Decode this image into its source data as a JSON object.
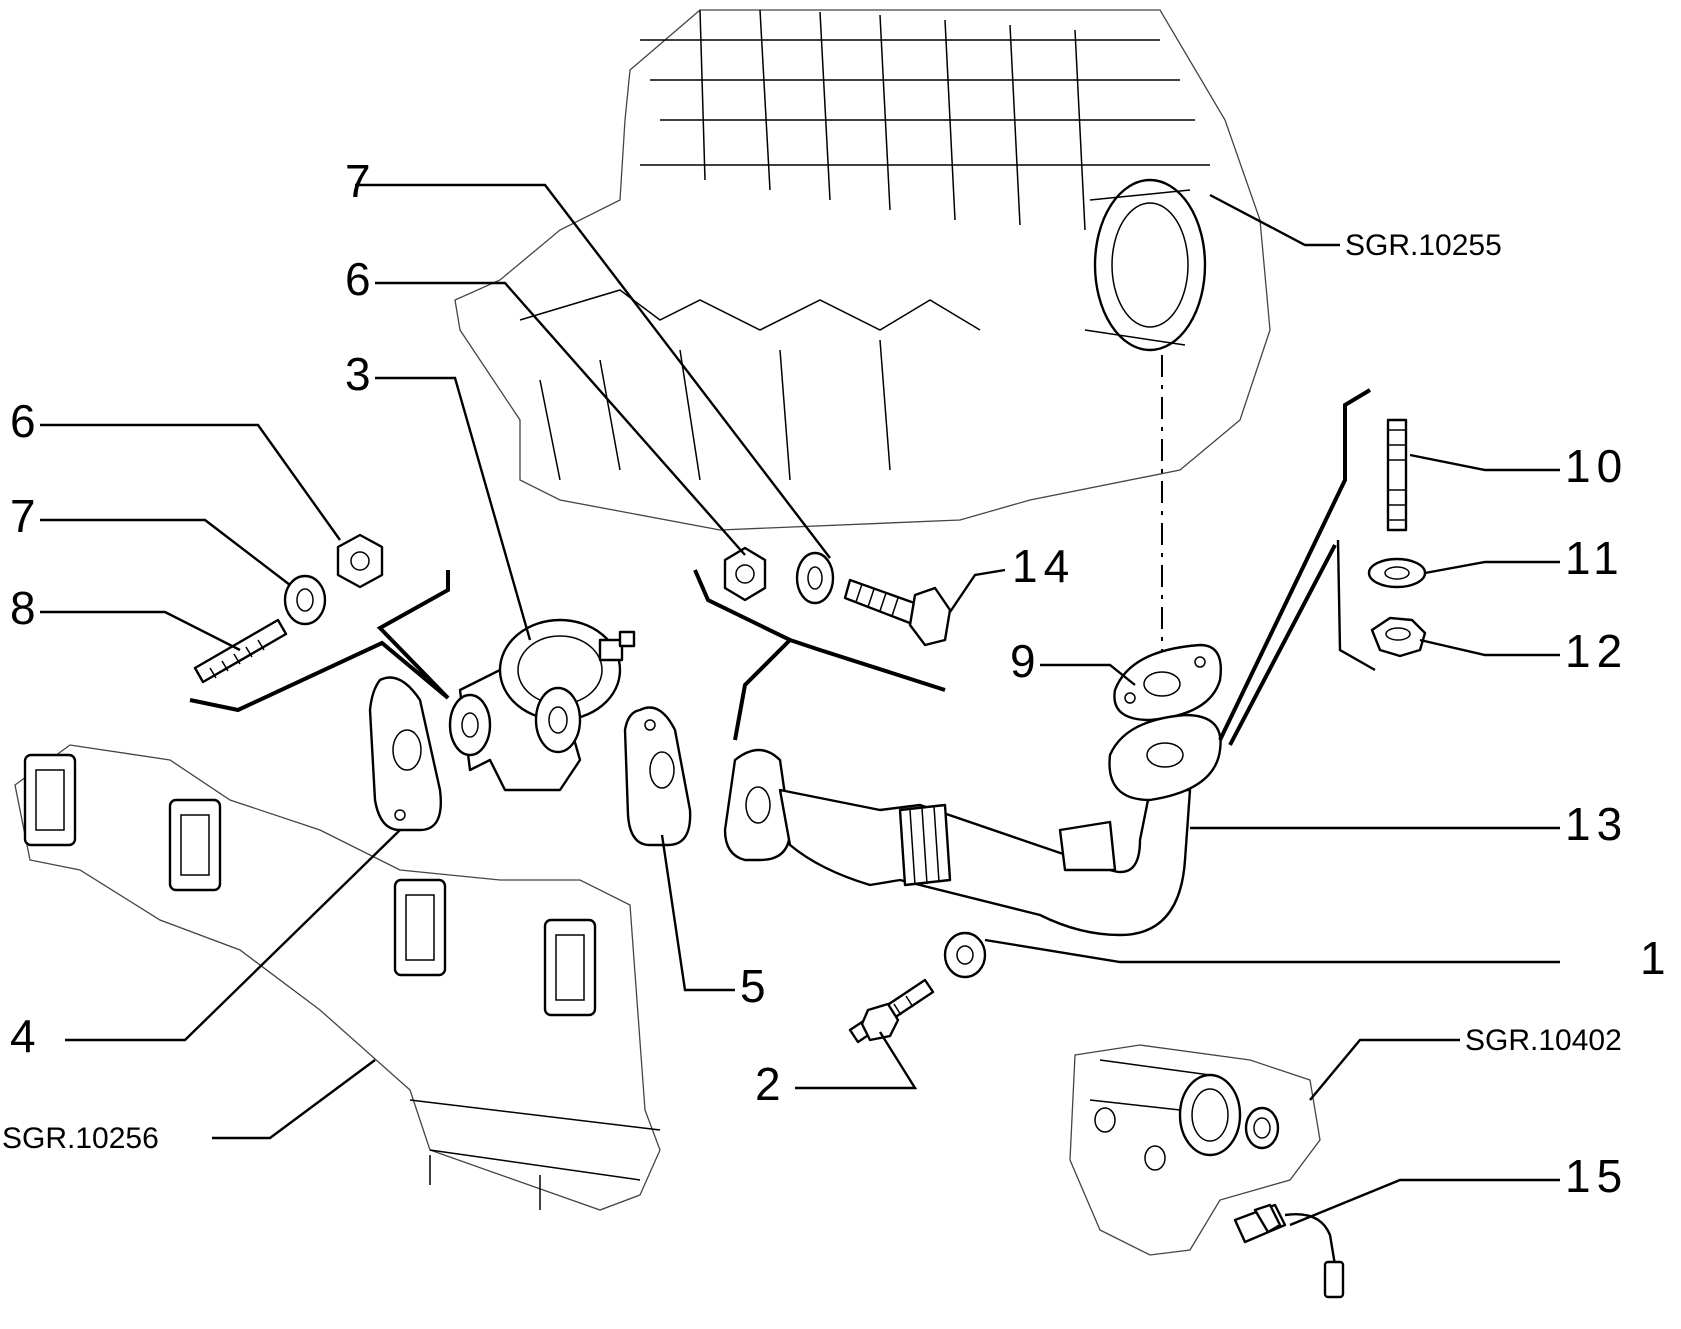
{
  "callouts": [
    {
      "id": "c7a",
      "text": "7"
    },
    {
      "id": "c6a",
      "text": "6"
    },
    {
      "id": "c3",
      "text": "3"
    },
    {
      "id": "c6b",
      "text": "6"
    },
    {
      "id": "c7b",
      "text": "7"
    },
    {
      "id": "c8",
      "text": "8"
    },
    {
      "id": "c14",
      "text": "14"
    },
    {
      "id": "c9",
      "text": "9"
    },
    {
      "id": "c10",
      "text": "10"
    },
    {
      "id": "c11",
      "text": "11"
    },
    {
      "id": "c12",
      "text": "12"
    },
    {
      "id": "c13",
      "text": "13"
    },
    {
      "id": "c1",
      "text": "1"
    },
    {
      "id": "c5",
      "text": "5"
    },
    {
      "id": "c4",
      "text": "4"
    },
    {
      "id": "c2",
      "text": "2"
    },
    {
      "id": "c15",
      "text": "15"
    }
  ],
  "references": [
    {
      "id": "r10255",
      "text": "SGR.10255"
    },
    {
      "id": "r10256",
      "text": "SGR.10256"
    },
    {
      "id": "r10402",
      "text": "SGR.10402"
    }
  ]
}
